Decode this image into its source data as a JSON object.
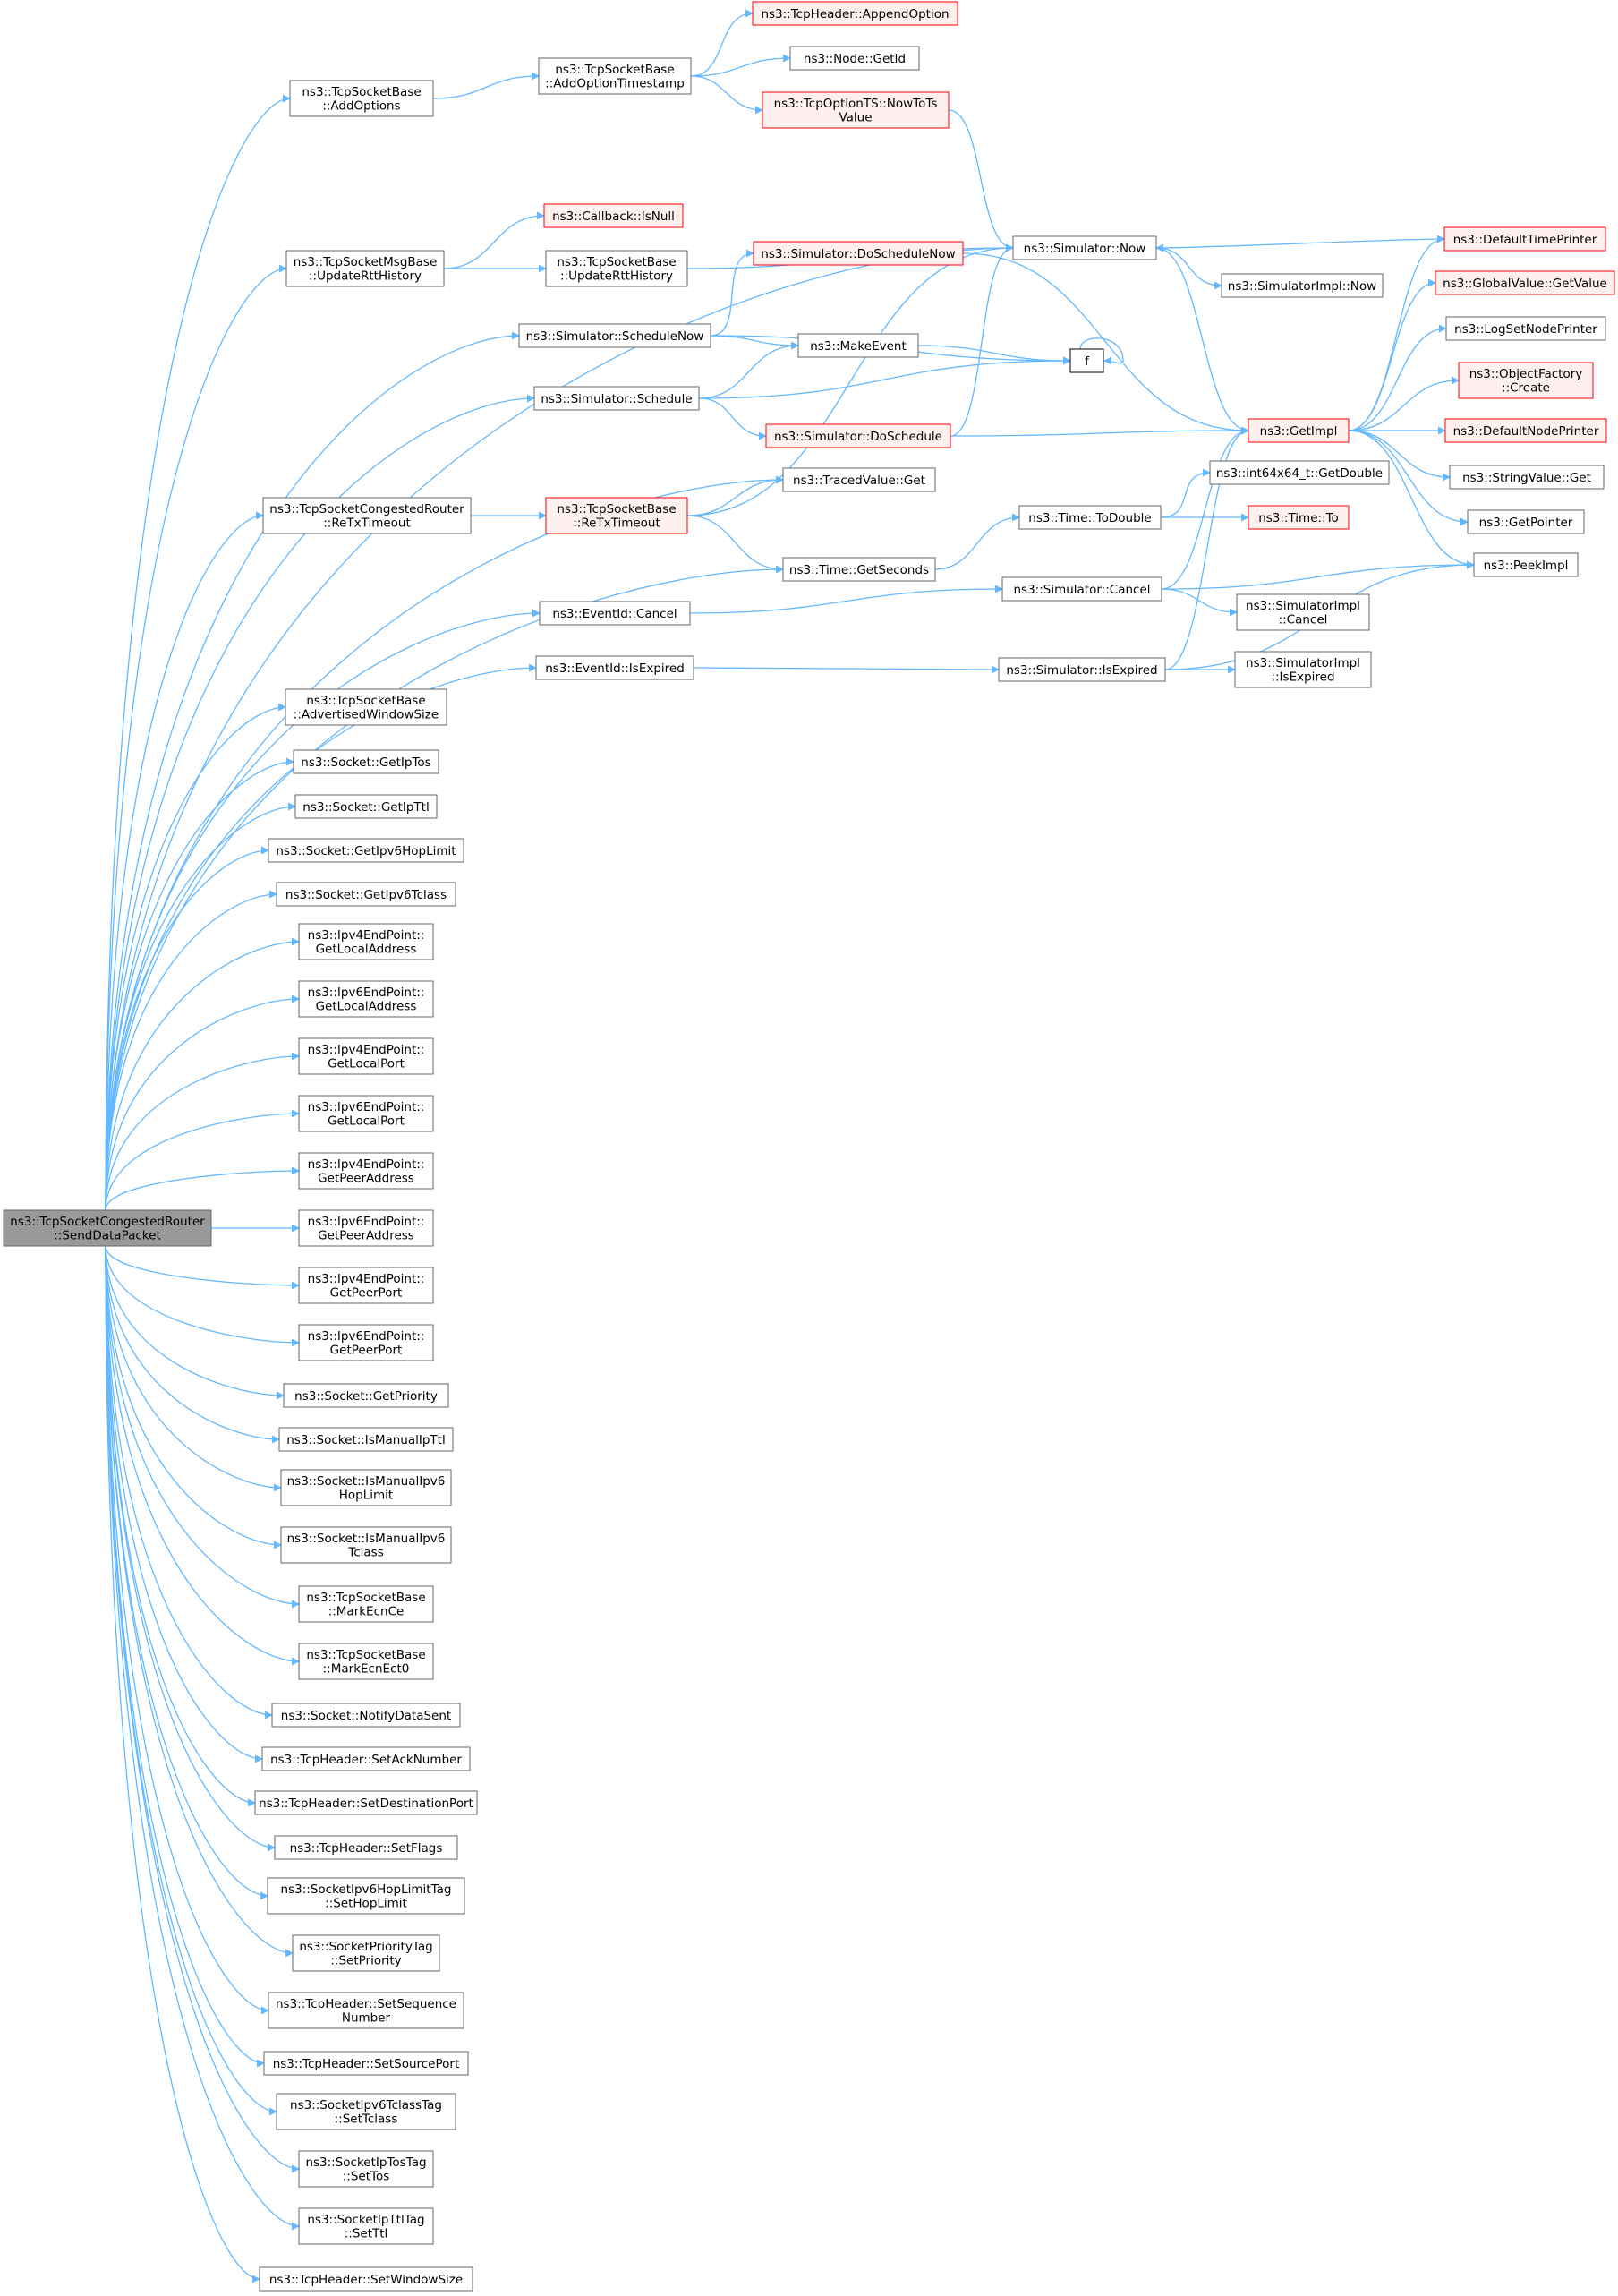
{
  "colors": {
    "edge": "#63b8ff",
    "node_border": "#666666",
    "node_fill": "#ffffff",
    "root_fill": "#999999",
    "truncated_border": "#ff0000",
    "truncated_fill": "#fff0f0",
    "self_node_border": "#000000"
  },
  "graph": {
    "nodes": [
      {
        "id": "root",
        "lines": [
          "ns3::TcpSocketCongestedRouter",
          "::SendDataPacket"
        ],
        "style": "root"
      },
      {
        "id": "addOptions",
        "lines": [
          "ns3::TcpSocketBase",
          "::AddOptions"
        ],
        "style": "normal"
      },
      {
        "id": "addOptTs",
        "lines": [
          "ns3::TcpSocketBase",
          "::AddOptionTimestamp"
        ],
        "style": "normal"
      },
      {
        "id": "appendOption",
        "lines": [
          "ns3::TcpHeader::AppendOption"
        ],
        "style": "truncated"
      },
      {
        "id": "nodeGetId",
        "lines": [
          "ns3::Node::GetId"
        ],
        "style": "normal"
      },
      {
        "id": "nowToTs",
        "lines": [
          "ns3::TcpOptionTS::NowToTs",
          "Value"
        ],
        "style": "truncated"
      },
      {
        "id": "msgUpdRtt",
        "lines": [
          "ns3::TcpSocketMsgBase",
          "::UpdateRttHistory"
        ],
        "style": "normal"
      },
      {
        "id": "cbIsNull",
        "lines": [
          "ns3::Callback::IsNull"
        ],
        "style": "truncated"
      },
      {
        "id": "baseUpdRtt",
        "lines": [
          "ns3::TcpSocketBase",
          "::UpdateRttHistory"
        ],
        "style": "normal"
      },
      {
        "id": "simNow",
        "lines": [
          "ns3::Simulator::Now"
        ],
        "style": "normal"
      },
      {
        "id": "implNow",
        "lines": [
          "ns3::SimulatorImpl::Now"
        ],
        "style": "normal"
      },
      {
        "id": "doSchedNow",
        "lines": [
          "ns3::Simulator::DoScheduleNow"
        ],
        "style": "truncated"
      },
      {
        "id": "schedNow",
        "lines": [
          "ns3::Simulator::ScheduleNow"
        ],
        "style": "normal"
      },
      {
        "id": "makeEvent",
        "lines": [
          "ns3::MakeEvent"
        ],
        "style": "normal"
      },
      {
        "id": "f",
        "lines": [
          "f"
        ],
        "style": "self"
      },
      {
        "id": "schedule",
        "lines": [
          "ns3::Simulator::Schedule"
        ],
        "style": "normal"
      },
      {
        "id": "doSchedule",
        "lines": [
          "ns3::Simulator::DoSchedule"
        ],
        "style": "truncated"
      },
      {
        "id": "getImpl",
        "lines": [
          "ns3::GetImpl"
        ],
        "style": "truncated"
      },
      {
        "id": "defTimePrinter",
        "lines": [
          "ns3::DefaultTimePrinter"
        ],
        "style": "truncated"
      },
      {
        "id": "globalGetValue",
        "lines": [
          "ns3::GlobalValue::GetValue"
        ],
        "style": "truncated"
      },
      {
        "id": "logSetNodePrinter",
        "lines": [
          "ns3::LogSetNodePrinter"
        ],
        "style": "normal"
      },
      {
        "id": "objFactory",
        "lines": [
          "ns3::ObjectFactory",
          "::Create"
        ],
        "style": "truncated"
      },
      {
        "id": "defNodePrinter",
        "lines": [
          "ns3::DefaultNodePrinter"
        ],
        "style": "truncated"
      },
      {
        "id": "stringValueGet",
        "lines": [
          "ns3::StringValue::Get"
        ],
        "style": "normal"
      },
      {
        "id": "getPointer",
        "lines": [
          "ns3::GetPointer"
        ],
        "style": "normal"
      },
      {
        "id": "peekImpl",
        "lines": [
          "ns3::PeekImpl"
        ],
        "style": "normal"
      },
      {
        "id": "tracedGet",
        "lines": [
          "ns3::TracedValue::Get"
        ],
        "style": "normal"
      },
      {
        "id": "congReTx",
        "lines": [
          "ns3::TcpSocketCongestedRouter",
          "::ReTxTimeout"
        ],
        "style": "normal"
      },
      {
        "id": "baseReTx",
        "lines": [
          "ns3::TcpSocketBase",
          "::ReTxTimeout"
        ],
        "style": "truncated"
      },
      {
        "id": "int64GetDouble",
        "lines": [
          "ns3::int64x64_t::GetDouble"
        ],
        "style": "normal"
      },
      {
        "id": "timeToDouble",
        "lines": [
          "ns3::Time::ToDouble"
        ],
        "style": "normal"
      },
      {
        "id": "timeTo",
        "lines": [
          "ns3::Time::To"
        ],
        "style": "truncated"
      },
      {
        "id": "getSeconds",
        "lines": [
          "ns3::Time::GetSeconds"
        ],
        "style": "normal"
      },
      {
        "id": "eventCancel",
        "lines": [
          "ns3::EventId::Cancel"
        ],
        "style": "normal"
      },
      {
        "id": "simCancel",
        "lines": [
          "ns3::Simulator::Cancel"
        ],
        "style": "normal"
      },
      {
        "id": "implCancel",
        "lines": [
          "ns3::SimulatorImpl",
          "::Cancel"
        ],
        "style": "normal"
      },
      {
        "id": "eventIsExpired",
        "lines": [
          "ns3::EventId::IsExpired"
        ],
        "style": "normal"
      },
      {
        "id": "simIsExpired",
        "lines": [
          "ns3::Simulator::IsExpired"
        ],
        "style": "normal"
      },
      {
        "id": "implIsExpired",
        "lines": [
          "ns3::SimulatorImpl",
          "::IsExpired"
        ],
        "style": "normal"
      },
      {
        "id": "advWin",
        "lines": [
          "ns3::TcpSocketBase",
          "::AdvertisedWindowSize"
        ],
        "style": "normal"
      },
      {
        "id": "getIpTos",
        "lines": [
          "ns3::Socket::GetIpTos"
        ],
        "style": "normal"
      },
      {
        "id": "getIpTtl",
        "lines": [
          "ns3::Socket::GetIpTtl"
        ],
        "style": "normal"
      },
      {
        "id": "getIpv6HopLimit",
        "lines": [
          "ns3::Socket::GetIpv6HopLimit"
        ],
        "style": "normal"
      },
      {
        "id": "getIpv6Tclass",
        "lines": [
          "ns3::Socket::GetIpv6Tclass"
        ],
        "style": "normal"
      },
      {
        "id": "v4LocalAddr",
        "lines": [
          "ns3::Ipv4EndPoint::",
          "GetLocalAddress"
        ],
        "style": "normal"
      },
      {
        "id": "v6LocalAddr",
        "lines": [
          "ns3::Ipv6EndPoint::",
          "GetLocalAddress"
        ],
        "style": "normal"
      },
      {
        "id": "v4LocalPort",
        "lines": [
          "ns3::Ipv4EndPoint::",
          "GetLocalPort"
        ],
        "style": "normal"
      },
      {
        "id": "v6LocalPort",
        "lines": [
          "ns3::Ipv6EndPoint::",
          "GetLocalPort"
        ],
        "style": "normal"
      },
      {
        "id": "v4PeerAddr",
        "lines": [
          "ns3::Ipv4EndPoint::",
          "GetPeerAddress"
        ],
        "style": "normal"
      },
      {
        "id": "v6PeerAddr",
        "lines": [
          "ns3::Ipv6EndPoint::",
          "GetPeerAddress"
        ],
        "style": "normal"
      },
      {
        "id": "v4PeerPort",
        "lines": [
          "ns3::Ipv4EndPoint::",
          "GetPeerPort"
        ],
        "style": "normal"
      },
      {
        "id": "v6PeerPort",
        "lines": [
          "ns3::Ipv6EndPoint::",
          "GetPeerPort"
        ],
        "style": "normal"
      },
      {
        "id": "getPriority",
        "lines": [
          "ns3::Socket::GetPriority"
        ],
        "style": "normal"
      },
      {
        "id": "isManualIpTtl",
        "lines": [
          "ns3::Socket::IsManualIpTtl"
        ],
        "style": "normal"
      },
      {
        "id": "isManualV6Hop",
        "lines": [
          "ns3::Socket::IsManualIpv6",
          "HopLimit"
        ],
        "style": "normal"
      },
      {
        "id": "isManualV6Tclass",
        "lines": [
          "ns3::Socket::IsManualIpv6",
          "Tclass"
        ],
        "style": "normal"
      },
      {
        "id": "markEcnCe",
        "lines": [
          "ns3::TcpSocketBase",
          "::MarkEcnCe"
        ],
        "style": "normal"
      },
      {
        "id": "markEcnEct0",
        "lines": [
          "ns3::TcpSocketBase",
          "::MarkEcnEct0"
        ],
        "style": "normal"
      },
      {
        "id": "notifyDataSent",
        "lines": [
          "ns3::Socket::NotifyDataSent"
        ],
        "style": "normal"
      },
      {
        "id": "setAckNumber",
        "lines": [
          "ns3::TcpHeader::SetAckNumber"
        ],
        "style": "normal"
      },
      {
        "id": "setDestPort",
        "lines": [
          "ns3::TcpHeader::SetDestinationPort"
        ],
        "style": "normal"
      },
      {
        "id": "setFlags",
        "lines": [
          "ns3::TcpHeader::SetFlags"
        ],
        "style": "normal"
      },
      {
        "id": "setHopLimit",
        "lines": [
          "ns3::SocketIpv6HopLimitTag",
          "::SetHopLimit"
        ],
        "style": "normal"
      },
      {
        "id": "setPriority",
        "lines": [
          "ns3::SocketPriorityTag",
          "::SetPriority"
        ],
        "style": "normal"
      },
      {
        "id": "setSeqNumber",
        "lines": [
          "ns3::TcpHeader::SetSequence",
          "Number"
        ],
        "style": "normal"
      },
      {
        "id": "setSourcePort",
        "lines": [
          "ns3::TcpHeader::SetSourcePort"
        ],
        "style": "normal"
      },
      {
        "id": "setTclass",
        "lines": [
          "ns3::SocketIpv6TclassTag",
          "::SetTclass"
        ],
        "style": "normal"
      },
      {
        "id": "setTos",
        "lines": [
          "ns3::SocketIpTosTag",
          "::SetTos"
        ],
        "style": "normal"
      },
      {
        "id": "setTtl",
        "lines": [
          "ns3::SocketIpTtlTag",
          "::SetTtl"
        ],
        "style": "normal"
      },
      {
        "id": "setWindowSize",
        "lines": [
          "ns3::TcpHeader::SetWindowSize"
        ],
        "style": "normal"
      }
    ],
    "edges": [
      [
        "root",
        "addOptions"
      ],
      [
        "root",
        "simNow"
      ],
      [
        "root",
        "msgUpdRtt"
      ],
      [
        "root",
        "schedNow"
      ],
      [
        "root",
        "schedule"
      ],
      [
        "root",
        "tracedGet"
      ],
      [
        "root",
        "congReTx"
      ],
      [
        "root",
        "getSeconds"
      ],
      [
        "root",
        "eventCancel"
      ],
      [
        "root",
        "eventIsExpired"
      ],
      [
        "root",
        "advWin"
      ],
      [
        "root",
        "getIpTos"
      ],
      [
        "root",
        "getIpTtl"
      ],
      [
        "root",
        "getIpv6HopLimit"
      ],
      [
        "root",
        "getIpv6Tclass"
      ],
      [
        "root",
        "v4LocalAddr"
      ],
      [
        "root",
        "v6LocalAddr"
      ],
      [
        "root",
        "v4LocalPort"
      ],
      [
        "root",
        "v6LocalPort"
      ],
      [
        "root",
        "v4PeerAddr"
      ],
      [
        "root",
        "v6PeerAddr"
      ],
      [
        "root",
        "v4PeerPort"
      ],
      [
        "root",
        "v6PeerPort"
      ],
      [
        "root",
        "getPriority"
      ],
      [
        "root",
        "isManualIpTtl"
      ],
      [
        "root",
        "isManualV6Hop"
      ],
      [
        "root",
        "isManualV6Tclass"
      ],
      [
        "root",
        "markEcnCe"
      ],
      [
        "root",
        "markEcnEct0"
      ],
      [
        "root",
        "notifyDataSent"
      ],
      [
        "root",
        "setAckNumber"
      ],
      [
        "root",
        "setDestPort"
      ],
      [
        "root",
        "setFlags"
      ],
      [
        "root",
        "setHopLimit"
      ],
      [
        "root",
        "setPriority"
      ],
      [
        "root",
        "setSeqNumber"
      ],
      [
        "root",
        "setSourcePort"
      ],
      [
        "root",
        "setTclass"
      ],
      [
        "root",
        "setTos"
      ],
      [
        "root",
        "setTtl"
      ],
      [
        "root",
        "setWindowSize"
      ],
      [
        "addOptions",
        "addOptTs"
      ],
      [
        "addOptTs",
        "appendOption"
      ],
      [
        "addOptTs",
        "nodeGetId"
      ],
      [
        "addOptTs",
        "nowToTs"
      ],
      [
        "nowToTs",
        "simNow"
      ],
      [
        "msgUpdRtt",
        "cbIsNull"
      ],
      [
        "msgUpdRtt",
        "baseUpdRtt"
      ],
      [
        "baseUpdRtt",
        "simNow"
      ],
      [
        "simNow",
        "implNow"
      ],
      [
        "simNow",
        "getImpl"
      ],
      [
        "defTimePrinter",
        "simNow"
      ],
      [
        "doSchedNow",
        "getImpl"
      ],
      [
        "schedNow",
        "doSchedNow"
      ],
      [
        "schedNow",
        "makeEvent"
      ],
      [
        "schedNow",
        "f"
      ],
      [
        "makeEvent",
        "f"
      ],
      [
        "f",
        "f"
      ],
      [
        "schedule",
        "makeEvent"
      ],
      [
        "schedule",
        "f"
      ],
      [
        "schedule",
        "doSchedule"
      ],
      [
        "doSchedule",
        "simNow"
      ],
      [
        "doSchedule",
        "getImpl"
      ],
      [
        "getImpl",
        "defTimePrinter"
      ],
      [
        "getImpl",
        "globalGetValue"
      ],
      [
        "getImpl",
        "logSetNodePrinter"
      ],
      [
        "getImpl",
        "objFactory"
      ],
      [
        "getImpl",
        "defNodePrinter"
      ],
      [
        "getImpl",
        "stringValueGet"
      ],
      [
        "getImpl",
        "getPointer"
      ],
      [
        "getImpl",
        "peekImpl"
      ],
      [
        "congReTx",
        "baseReTx"
      ],
      [
        "baseReTx",
        "tracedGet"
      ],
      [
        "baseReTx",
        "simNow"
      ],
      [
        "baseReTx",
        "getSeconds"
      ],
      [
        "getSeconds",
        "timeToDouble"
      ],
      [
        "timeToDouble",
        "int64GetDouble"
      ],
      [
        "timeToDouble",
        "timeTo"
      ],
      [
        "eventCancel",
        "simCancel"
      ],
      [
        "simCancel",
        "getImpl"
      ],
      [
        "simCancel",
        "implCancel"
      ],
      [
        "simCancel",
        "peekImpl"
      ],
      [
        "eventIsExpired",
        "simIsExpired"
      ],
      [
        "simIsExpired",
        "getImpl"
      ],
      [
        "simIsExpired",
        "implIsExpired"
      ],
      [
        "simIsExpired",
        "peekImpl"
      ]
    ]
  }
}
